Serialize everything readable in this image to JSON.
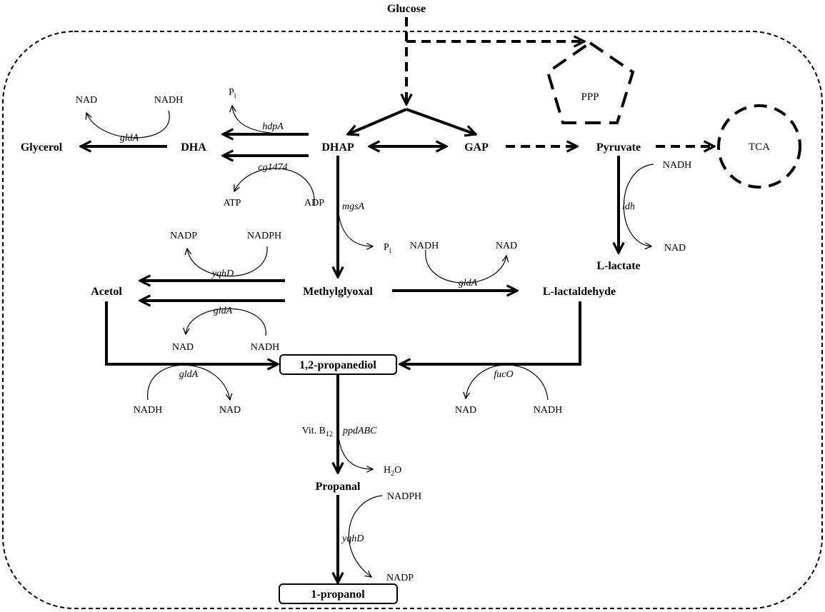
{
  "metabolites": {
    "glucose": "Glucose",
    "glycerol": "Glycerol",
    "dha": "DHA",
    "dhap": "DHAP",
    "gap": "GAP",
    "pyruvate": "Pyruvate",
    "methylglyoxal": "Methylglyoxal",
    "acetol": "Acetol",
    "l_lactaldehyde": "L-lactaldehyde",
    "l_lactate": "L-lactate",
    "propanediol": "1,2-propanediol",
    "propanal": "Propanal",
    "propanol": "1-propanol"
  },
  "pathways": {
    "ppp": "PPP",
    "tca": "TCA"
  },
  "genes": {
    "glda_glycerol": "gldA",
    "hdpa": "hdpA",
    "cg1474": "cg1474",
    "mgsa": "mgsA",
    "yqhd_acetol": "yqhD",
    "glda_acetol": "gldA",
    "glda_lactaldehyde": "gldA",
    "glda_propanediol": "gldA",
    "fuco": "fucO",
    "ldh": "ldh",
    "ppdabc": "ppdABC",
    "yqhd_propanal": "yqhD"
  },
  "cofactors": {
    "glycerol_nad": "NAD",
    "glycerol_nadh": "NADH",
    "hdpa_p": "P",
    "hdpa_p_sub": "i",
    "cg1474_atp": "ATP",
    "cg1474_adp": "ADP",
    "mgsa_p": "P",
    "mgsa_p_sub": "i",
    "yqhd_nadp": "NADP",
    "yqhd_nadph": "NADPH",
    "glda_acetol_nad": "NAD",
    "glda_acetol_nadh": "NADH",
    "lact_nadh": "NADH",
    "lact_nad": "NAD",
    "ldh_nadh": "NADH",
    "ldh_nad": "NAD",
    "pd_nadh": "NADH",
    "pd_nad": "NAD",
    "fuco_nad": "NAD",
    "fuco_nadh": "NADH",
    "vitb12": "Vit. B",
    "vitb12_sub": "12",
    "h2o_h": "H",
    "h2o_sub": "2",
    "h2o_o": "O",
    "propanal_nadph": "NADPH",
    "propanal_nadp": "NADP"
  }
}
